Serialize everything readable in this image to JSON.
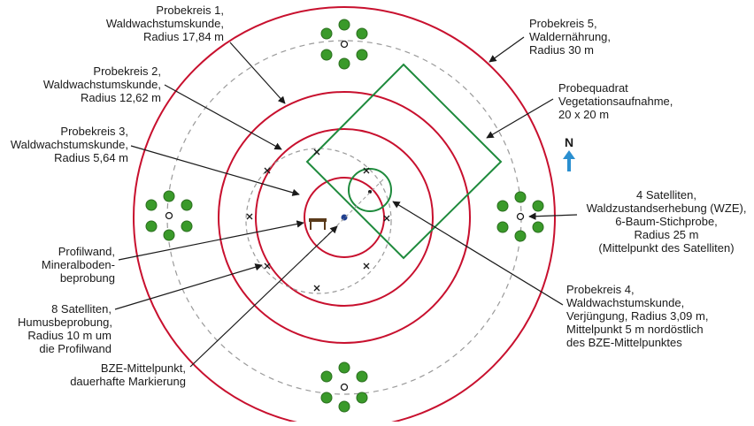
{
  "colors": {
    "circle_red": "#c8102e",
    "quadrat_green": "#1e8a3c",
    "satellite_circle": "#9a9a9a",
    "tree_green": "#3a9a2a",
    "north_arrow": "#2a8fd0"
  },
  "north": "N",
  "labels": {
    "probekreis1": [
      "Probekreis 1,",
      "Waldwachstumskunde,",
      "Radius 17,84 m"
    ],
    "probekreis2": [
      "Probekreis 2,",
      "Waldwachstumskunde,",
      "Radius 12,62 m"
    ],
    "probekreis3": [
      "Probekreis 3,",
      "Waldwachstumskunde,",
      "Radius 5,64 m"
    ],
    "probekreis5": [
      "Probekreis 5,",
      "Waldernährung,",
      "Radius 30 m"
    ],
    "probequadrat": [
      "Probequadrat",
      "Vegetationsaufnahme,",
      "20 x 20 m"
    ],
    "satelliten4": [
      "4 Satelliten,",
      "Waldzustandserhebung (WZE),",
      "6-Baum-Stichprobe,",
      "Radius 25 m",
      "(Mittelpunkt des Satelliten)"
    ],
    "profilwand": [
      "Profilwand,",
      "Mineralboden-",
      "beprobung"
    ],
    "satelliten8": [
      "8 Satelliten,",
      "Humusbeprobung,",
      "Radius 10 m um",
      "die Profilwand"
    ],
    "probekreis4": [
      "Probekreis 4,",
      "Waldwachstumskunde,",
      "Verjüngung, Radius 3,09 m,",
      "Mittelpunkt 5 m nordöstlich",
      "des BZE-Mittelpunktes"
    ],
    "bze": [
      "BZE-Mittelpunkt,",
      "dauerhafte Markierung"
    ]
  }
}
